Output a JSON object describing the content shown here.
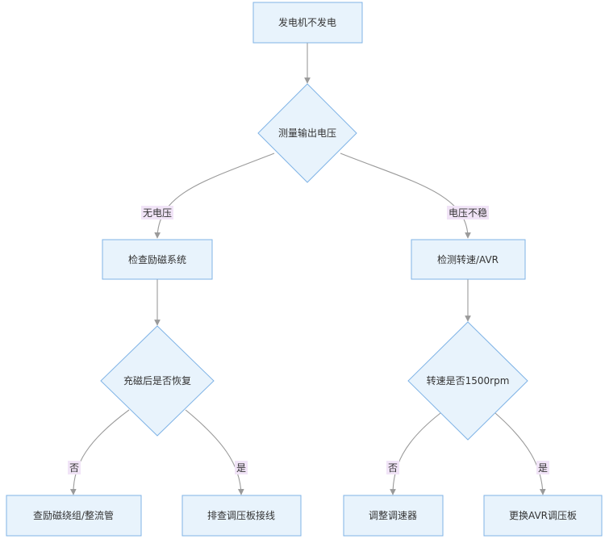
{
  "nodes": {
    "start": "发电机不发电",
    "measure": "测量输出电压",
    "check_excitation": "检查励磁系统",
    "check_speed": "检测转速/AVR",
    "recharge_question": "充磁后是否恢复",
    "speed_question": "转速是否1500rpm",
    "check_rectifier": "查励磁绕组/整流管",
    "check_wiring": "排查调压板接线",
    "adjust_governor": "调整调速器",
    "replace_avr": "更换AVR调压板"
  },
  "edge_labels": {
    "no_voltage": "无电压",
    "unstable_voltage": "电压不稳",
    "recharge_no": "否",
    "recharge_yes": "是",
    "speed_no": "否",
    "speed_yes": "是"
  }
}
